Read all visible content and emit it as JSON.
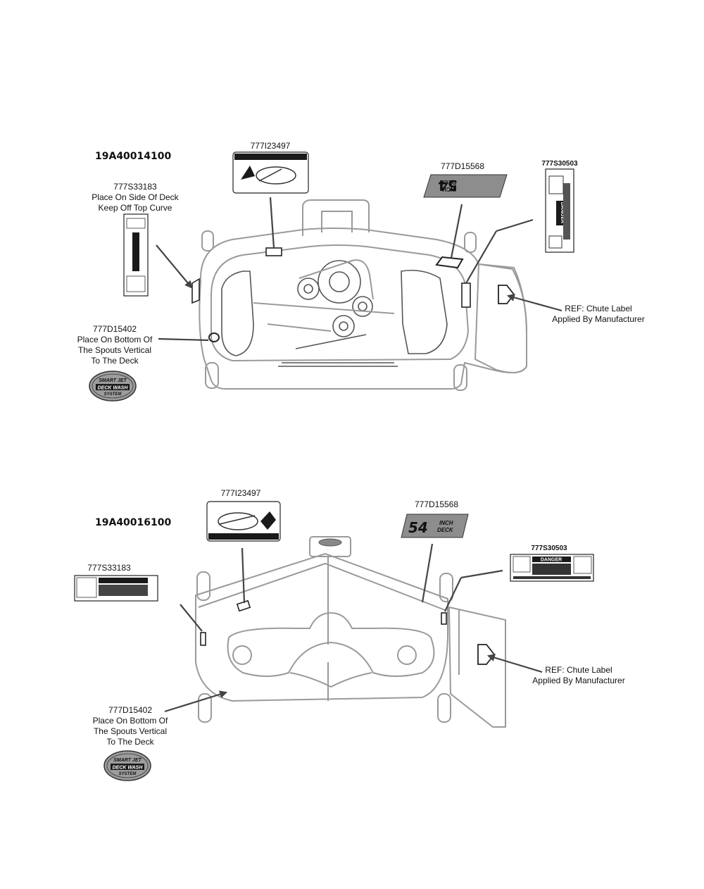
{
  "top": {
    "model": "19A40014100",
    "decal_top": "777I23497",
    "decal_deck_size": "777D15568",
    "decal_danger": "777S30503",
    "side_pn": "777S33183",
    "side_note_1": "Place On Side Of Deck",
    "side_note_2": "Keep Off Top Curve",
    "bottom_pn": "777D15402",
    "bottom_note_1": "Place On Bottom Of",
    "bottom_note_2": "The Spouts Vertical",
    "bottom_note_3": "To The Deck",
    "chute_note_1": "REF: Chute Label",
    "chute_note_2": "Applied By Manufacturer",
    "deck_size_num": "54",
    "deck_size_word_1": "INCH",
    "deck_size_word_2": "DECK",
    "danger_word": "DANGER",
    "smartjet_1": "SMART JET",
    "smartjet_2": "DECK WASH",
    "smartjet_3": "SYSTEM"
  },
  "bottom": {
    "model": "19A40016100",
    "decal_top": "777I23497",
    "decal_deck_size": "777D15568",
    "decal_danger": "777S30503",
    "side_pn": "777S33183",
    "bottom_pn": "777D15402",
    "bottom_note_1": "Place On Bottom Of",
    "bottom_note_2": "The Spouts Vertical",
    "bottom_note_3": "To The Deck",
    "chute_note_1": "REF: Chute Label",
    "chute_note_2": "Applied By Manufacturer",
    "deck_size_num": "54",
    "deck_size_word_1": "INCH",
    "deck_size_word_2": "DECK",
    "danger_word": "DANGER",
    "smartjet_1": "SMART JET",
    "smartjet_2": "DECK WASH",
    "smartjet_3": "SYSTEM"
  }
}
